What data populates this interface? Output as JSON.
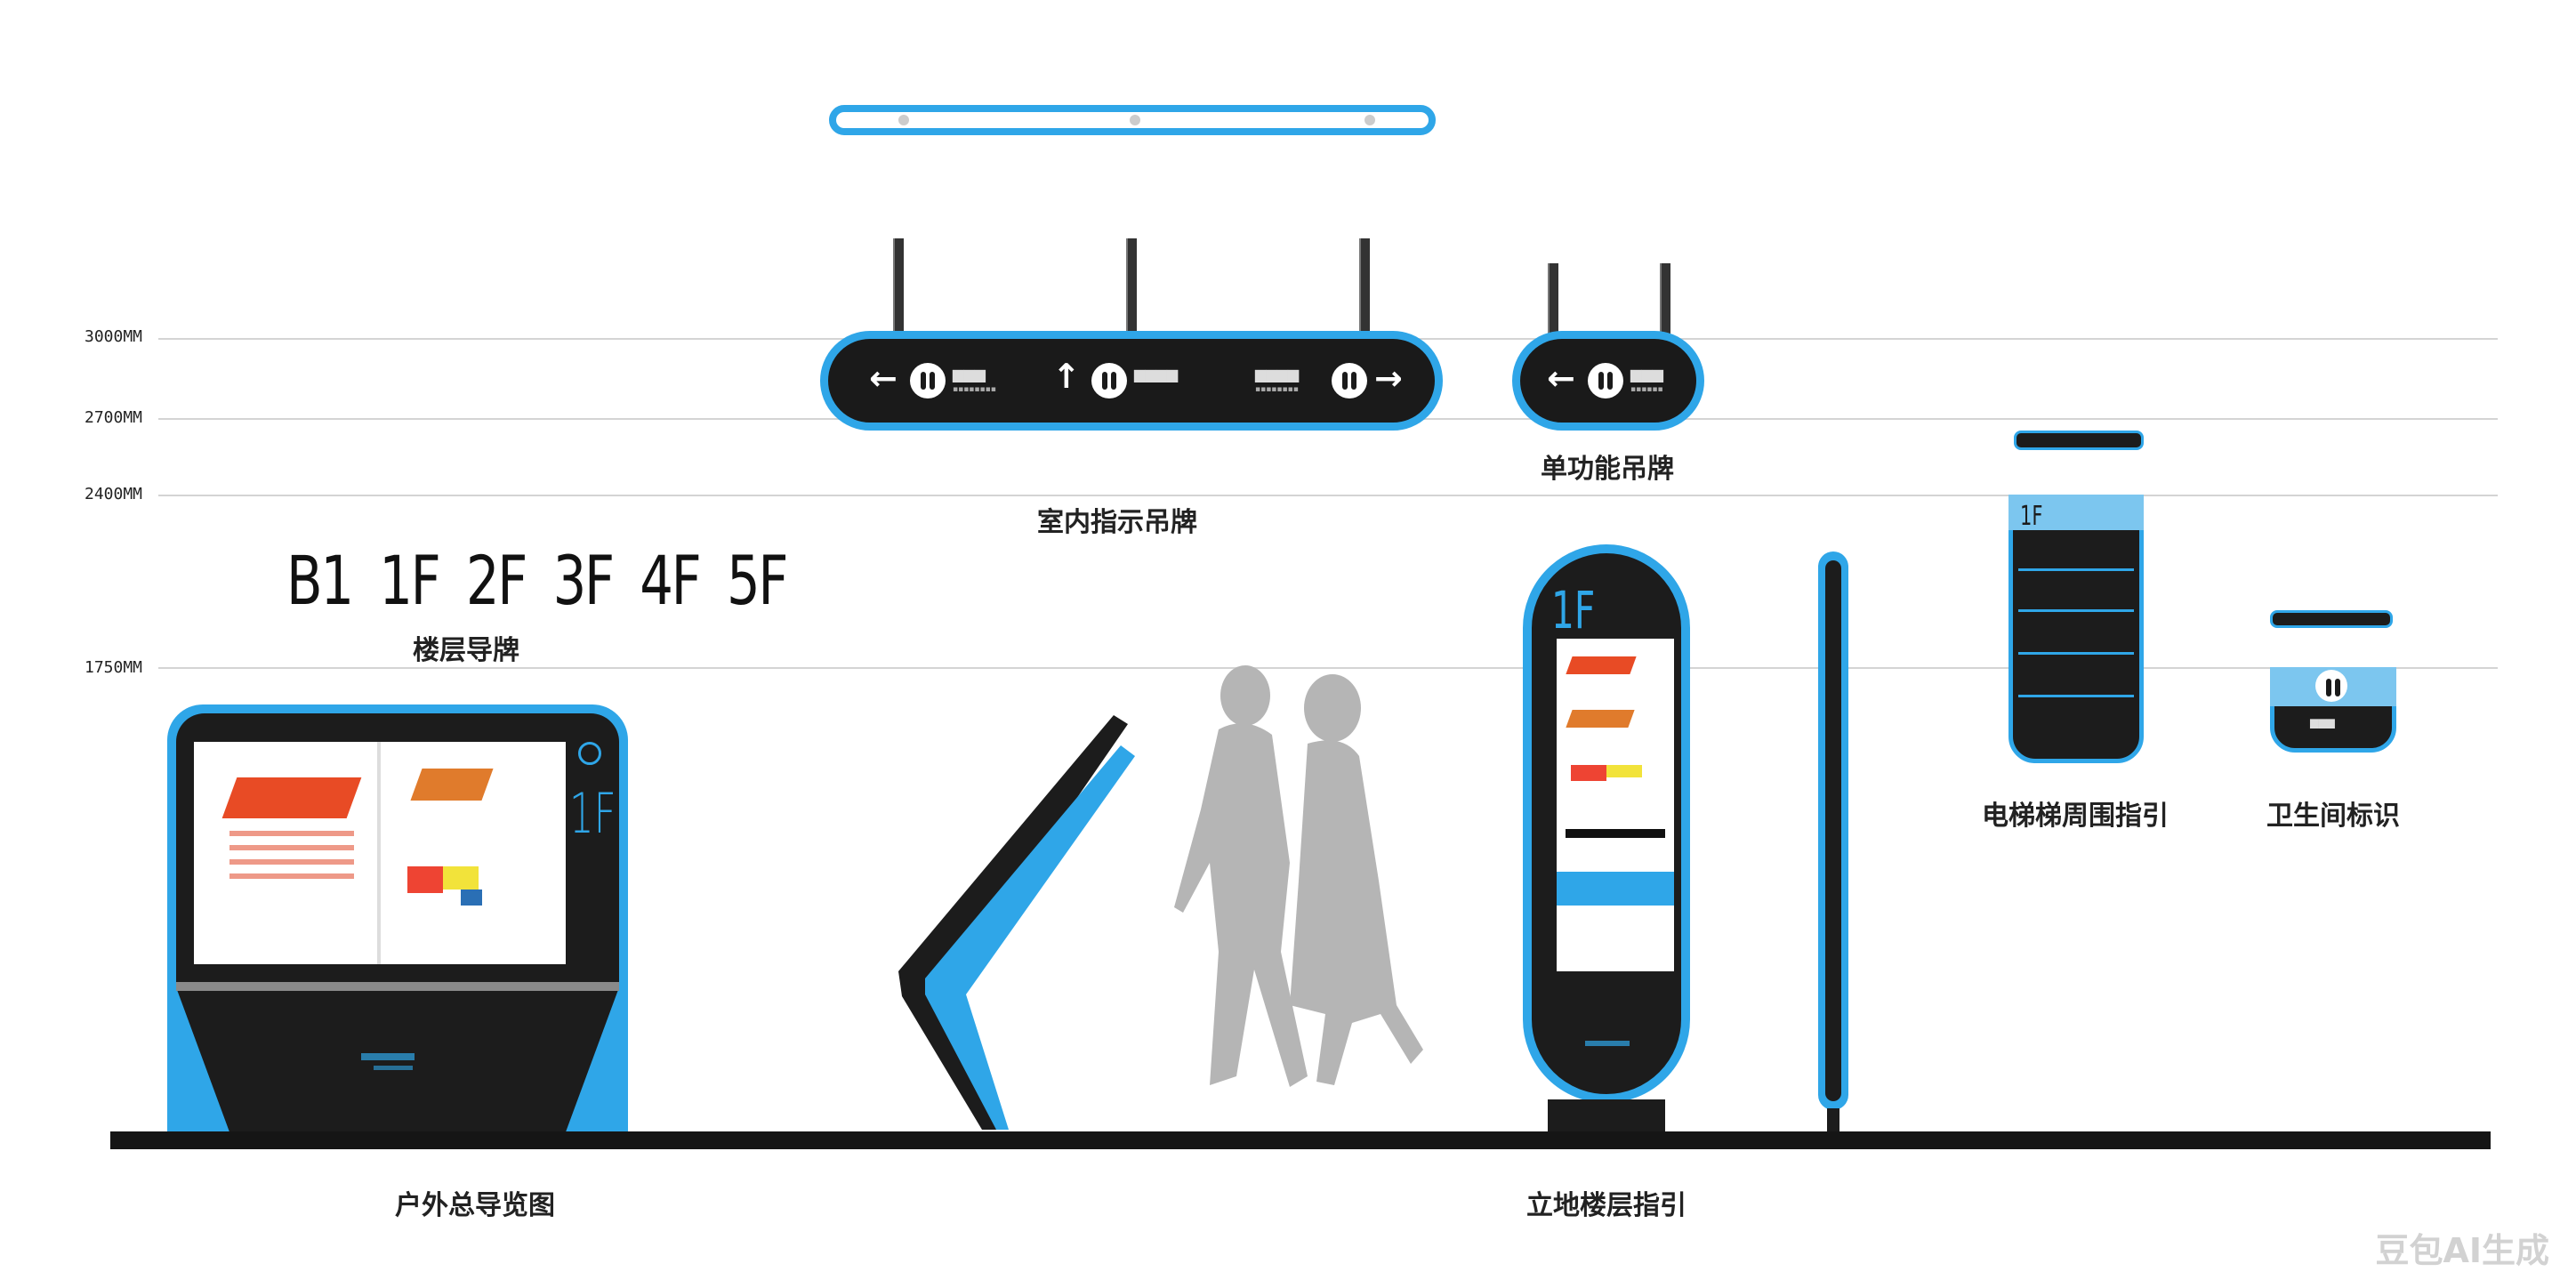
{
  "guides": [
    {
      "label": "3000MM"
    },
    {
      "label": "2700MM"
    },
    {
      "label": "2400MM"
    },
    {
      "label": "1750MM"
    }
  ],
  "floor_labels": "B1 1F 2F 3F 4F 5F",
  "captions": {
    "floor_sign": "楼层导牌",
    "indoor_hanging": "室内指示吊牌",
    "single_function": "单功能吊牌",
    "outdoor_map": "户外总导览图",
    "standing_floor": "立地楼层指引",
    "elevator": "电梯梯周围指引",
    "restroom": "卫生间标识"
  },
  "floor_badge": "1F",
  "watermark": "豆包AI生成",
  "colors": {
    "accent": "#2fa6e8",
    "panel": "#1a1a1a",
    "silhouette": "#b5b5b5"
  }
}
